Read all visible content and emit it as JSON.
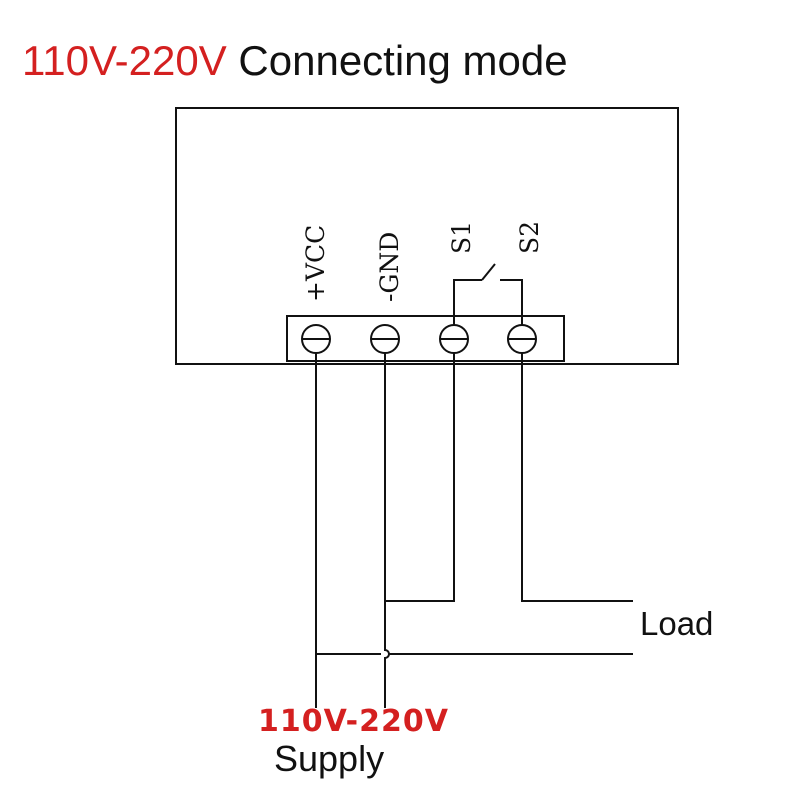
{
  "title": {
    "voltage": "110V-220V",
    "mode": "Connecting mode"
  },
  "terminals": [
    {
      "label": "+VCC",
      "icon": "screw-terminal-icon"
    },
    {
      "label": "-GND",
      "icon": "screw-terminal-icon"
    },
    {
      "label": "S1",
      "icon": "screw-terminal-icon"
    },
    {
      "label": "S2",
      "icon": "screw-terminal-icon"
    }
  ],
  "switch": {
    "icon": "relay-switch-icon",
    "between": [
      "S1",
      "S2"
    ]
  },
  "load_label": "Load",
  "supply": {
    "voltage": "110V-220V",
    "label": "Supply"
  },
  "colors": {
    "accent": "#d42020",
    "line": "#111111"
  }
}
